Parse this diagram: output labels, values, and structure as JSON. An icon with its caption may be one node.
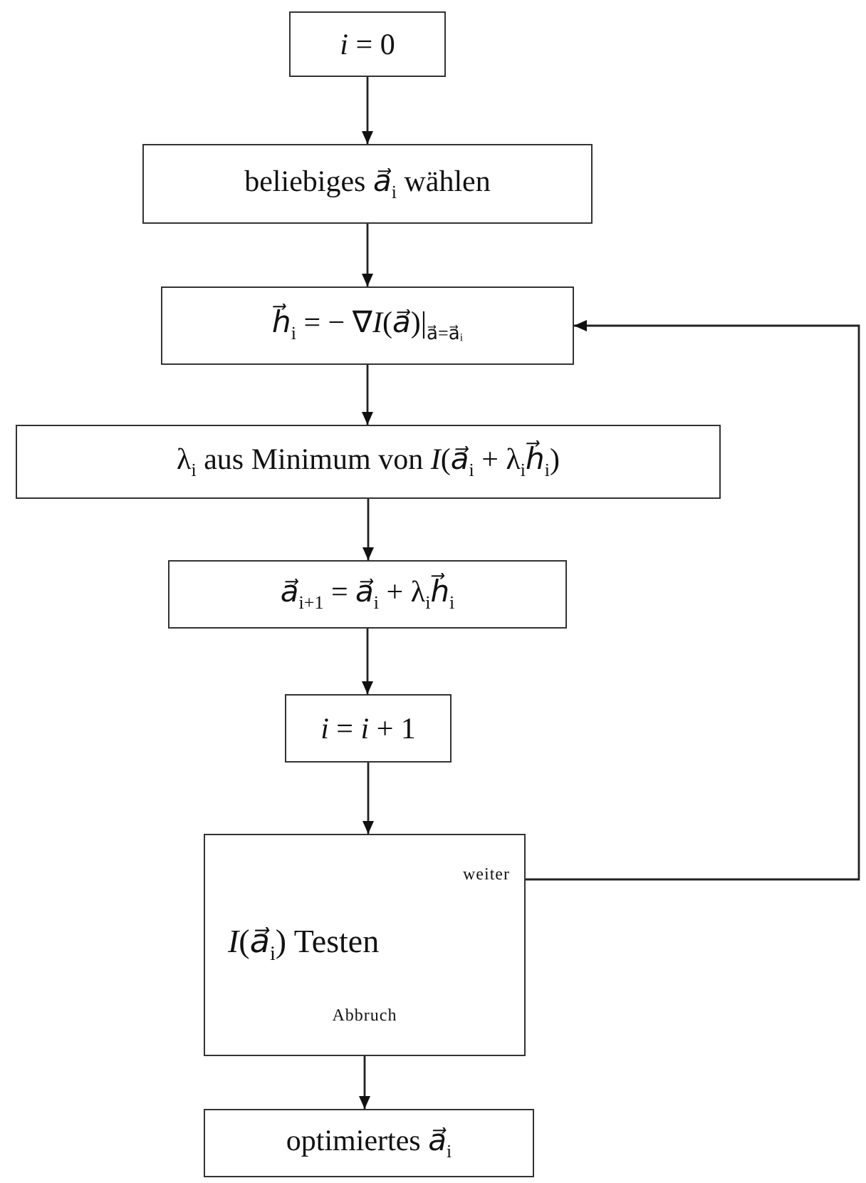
{
  "diagram": {
    "nodes": [
      {
        "text": [
          "*i* = 0"
        ]
      },
      {
        "text": [
          "beliebiges *a⃗*$_{i}$ wählen"
        ]
      },
      {
        "text": [
          "*h⃗*$_{i}$ = − ∇*I*(*a⃗*)|$_{a⃗=a⃗ᵢ}$"
        ]
      },
      {
        "text": [
          "λ$_{i}$ aus Minimum von *I*(*a⃗*$_{i}$ + λ$_{i}$*h⃗*$_{i}$)"
        ]
      },
      {
        "text": [
          "*a⃗*$_{i+1}$ = *a⃗*$_{i}$ + λ$_{i}$*h⃗*$_{i}$"
        ]
      },
      {
        "text": [
          "*i* = *i* + 1"
        ]
      },
      {
        "text": [
          "weiter",
          "*I*(*a⃗*$_{i}$) Testen",
          "Abbruch"
        ]
      },
      {
        "text": [
          "optimiertes *a⃗*$_{i}$"
        ]
      }
    ],
    "edges": [
      {
        "from": 0,
        "to": 1,
        "arrow": "to"
      },
      {
        "from": 1,
        "to": 2,
        "arrow": "to"
      },
      {
        "from": 2,
        "to": 3,
        "arrow": "to"
      },
      {
        "from": 3,
        "to": 4,
        "arrow": "to"
      },
      {
        "from": 4,
        "to": 5,
        "arrow": "to"
      },
      {
        "from": 5,
        "to": 6,
        "arrow": "to"
      },
      {
        "from": 6,
        "to": 7,
        "arrow": "to"
      },
      {
        "from": 6,
        "to": 2,
        "arrow": "to"
      }
    ]
  }
}
